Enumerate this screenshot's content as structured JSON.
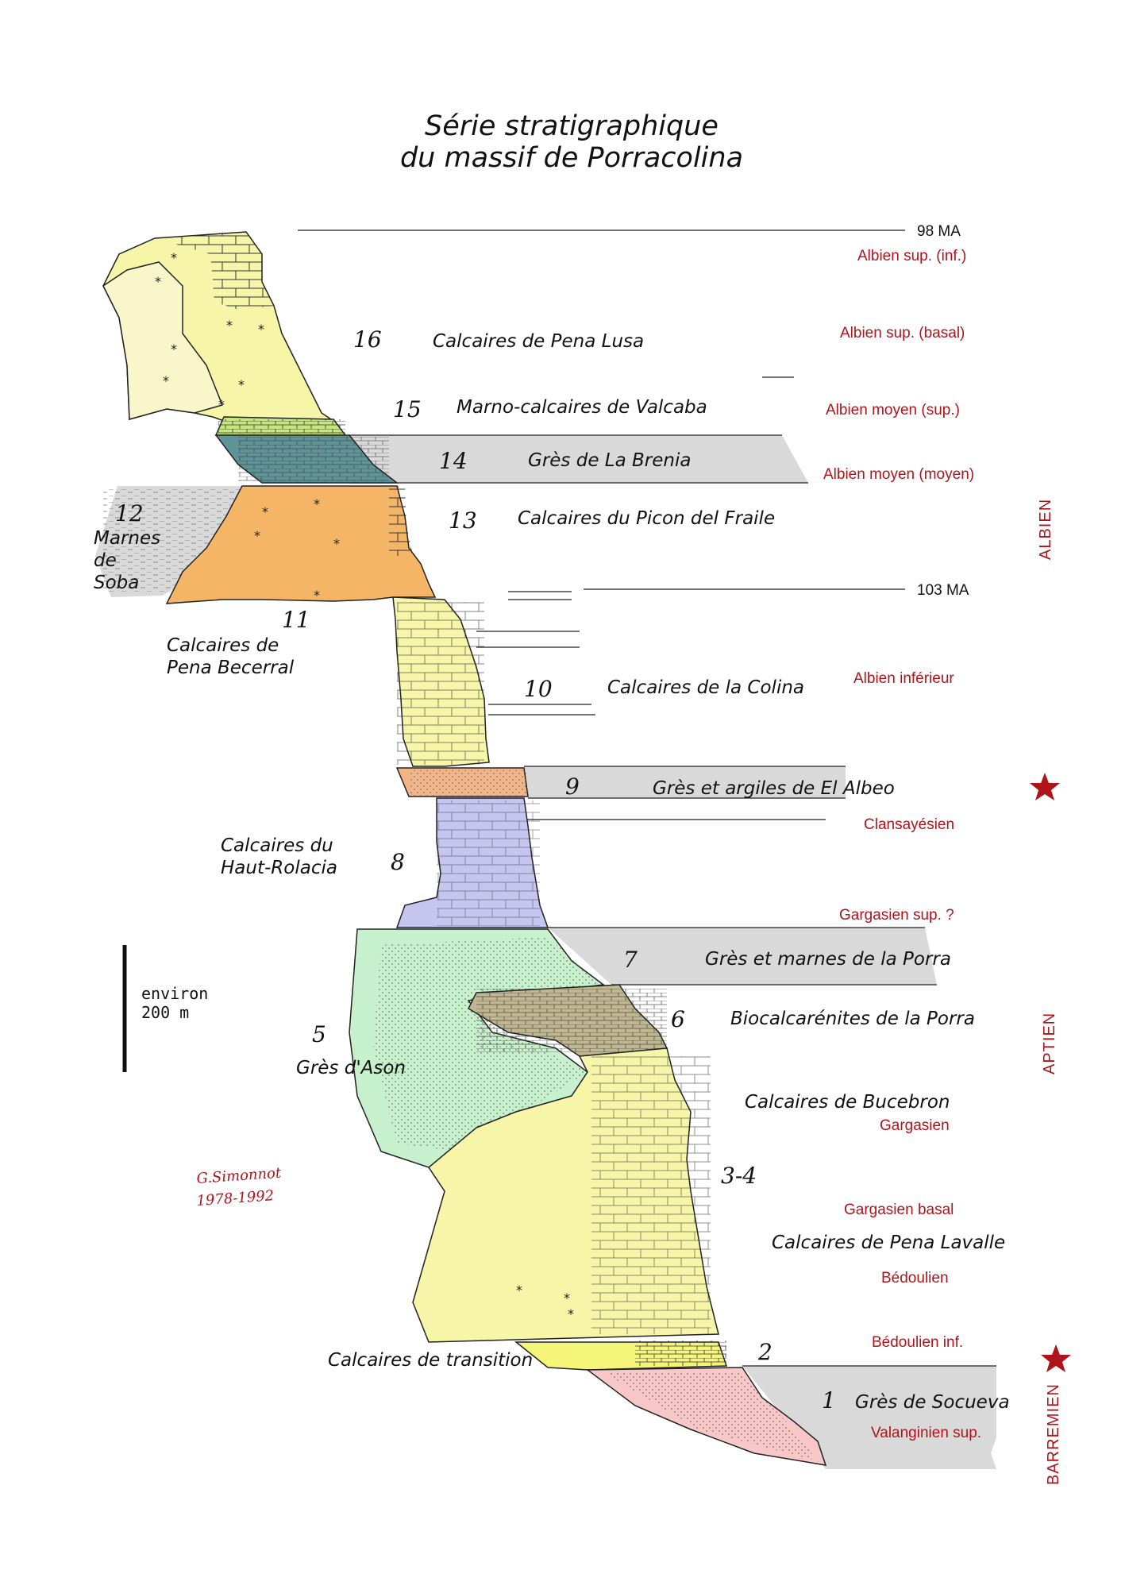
{
  "title": {
    "line1": "Série stratigraphique",
    "line2": "du massif de Porracolina"
  },
  "colors": {
    "yellow": "#f7f5a8",
    "pale_yellow": "#f9f7c9",
    "lime": "#c6e67a",
    "teal": "#5e9497",
    "orange": "#f5b567",
    "grey_band": "#d9d9d9",
    "lavender": "#c5c5f0",
    "light_green": "#c7f0cc",
    "khaki": "#c0b690",
    "pink": "#f8c8c8",
    "salmon": "#f2b58a",
    "stage_red": "#b0141b"
  },
  "ages": {
    "ma98": "98 MA",
    "ma103": "103 MA"
  },
  "units": [
    {
      "num": "16",
      "name": "Calcaires de Pena Lusa"
    },
    {
      "num": "15",
      "name": "Marno-calcaires de Valcaba"
    },
    {
      "num": "14",
      "name": "Grès de La Brenia"
    },
    {
      "num": "13",
      "name": "Calcaires du Picon del Fraile"
    },
    {
      "num": "12",
      "name_l1": "Marnes",
      "name_l2": "de",
      "name_l3": "Soba"
    },
    {
      "num": "11",
      "name_l1": "Calcaires de",
      "name_l2": "Pena Becerral"
    },
    {
      "num": "10",
      "name": "Calcaires de la Colina"
    },
    {
      "num": "9",
      "name": "Grès et argiles de El Albeo"
    },
    {
      "num": "8",
      "name_l1": "Calcaires du",
      "name_l2": "Haut-Rolacia"
    },
    {
      "num": "7",
      "name": "Grès et marnes de la Porra"
    },
    {
      "num": "6",
      "name": "Biocalcarénites de la Porra"
    },
    {
      "num": "5",
      "name": "Grès d'Ason"
    },
    {
      "name": "Calcaires de Bucebron"
    },
    {
      "num": "3-4",
      "name": "Calcaires de Pena Lavalle"
    },
    {
      "num": "2",
      "name": "Calcaires de transition"
    },
    {
      "num": "1",
      "name": "Grès de Socueva"
    }
  ],
  "stages": [
    "Albien sup. (inf.)",
    "Albien sup. (basal)",
    "Albien moyen (sup.)",
    "Albien moyen (moyen)",
    "Albien inférieur",
    "Clansayésien",
    "Gargasien sup. ?",
    "Gargasien",
    "Gargasien basal",
    "Bédoulien",
    "Bédoulien inf.",
    "Valanginien sup."
  ],
  "systems": [
    "ALBIEN",
    "APTIEN",
    "BARREMIEN"
  ],
  "scale": {
    "line1": "environ",
    "line2": "200 m"
  },
  "signature": {
    "line1": "G.Simonnot",
    "line2": "1978-1992"
  }
}
